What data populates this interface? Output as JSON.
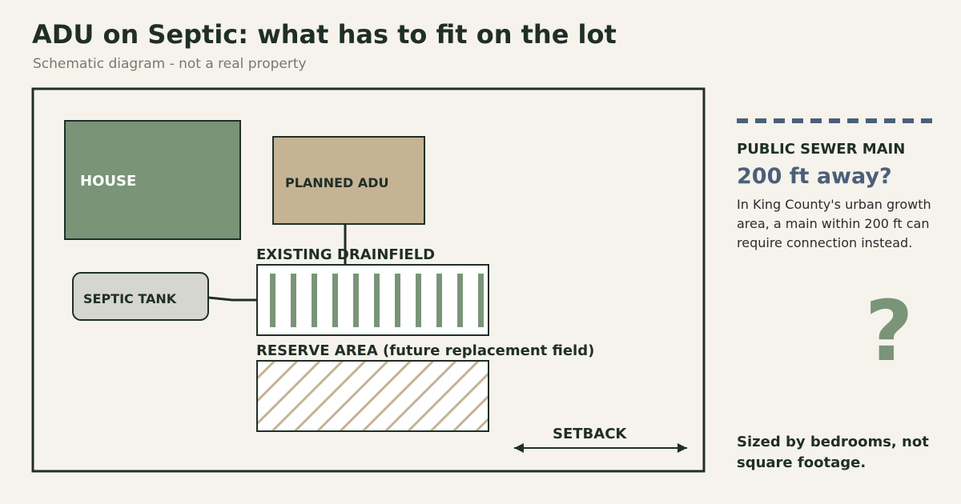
{
  "title": "ADU on Septic: what has to fit on the lot",
  "subtitle": "Schematic diagram - not a real property",
  "lot": {
    "house_label": "HOUSE",
    "adu_label": "PLANNED ADU",
    "septic_tank_label": "SEPTIC TANK",
    "drainfield_label": "EXISTING DRAINFIELD",
    "reserve_label": "RESERVE AREA (future replacement field)",
    "setback_label": "SETBACK"
  },
  "sidebar": {
    "sewer_label": "PUBLIC SEWER MAIN",
    "sewer_distance": "200 ft away?",
    "sewer_note": "In King County's urban growth area, a main within 200 ft can require connection instead.",
    "question_mark": "?",
    "footnote": "Sized by bedrooms, not square footage."
  },
  "colors": {
    "house": "#7a9478",
    "adu": "#c5b394",
    "septic_tank": "#d5d6cf",
    "drainfield_lines": "#7a9478",
    "reserve_hatch": "#c5b394",
    "sewer_main": "#4a5f7a",
    "outline": "#1f2f27"
  }
}
